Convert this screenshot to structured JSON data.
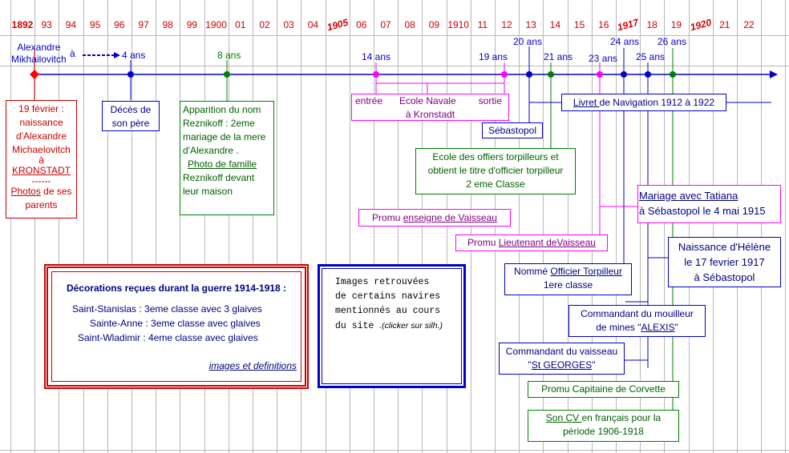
{
  "years": [
    "1892",
    "93",
    "94",
    "95",
    "96",
    "97",
    "98",
    "99",
    "1900",
    "01",
    "02",
    "03",
    "04",
    "1905",
    "06",
    "07",
    "08",
    "09",
    "1910",
    "11",
    "12",
    "13",
    "14",
    "15",
    "16",
    "1917",
    "18",
    "19",
    "1920",
    "21",
    "22"
  ],
  "birth_label": [
    "Alexandre",
    "Mikhailovitch"
  ],
  "arrow_a": "à",
  "ages": {
    "a4": "4 ans",
    "a8": "8 ans",
    "a14": "14 ans",
    "a19": "19 ans",
    "a20": "20 ans",
    "a21": "21 ans",
    "a23": "23 ans",
    "a24": "24 ans",
    "a25": "25 ans",
    "a26": "26 ans"
  },
  "birth_box": {
    "l1": "19 février :",
    "l2": "naissance",
    "l3": "d'Alexandre",
    "l4": "Michaelovitch",
    "l5": "à",
    "link1": "KRONSTADT",
    "sep": "------",
    "link2": "Photos",
    "l6": " de ses",
    "l7": "parents"
  },
  "father_box": {
    "l1": "Décès de",
    "l2": "son père"
  },
  "name_box": {
    "l1": "Apparition du nom",
    "l2": "Reznikoff : 2eme",
    "l3": "mariage de la mere",
    "l4": "d'Alexandre .",
    "link": "Photo de famille",
    "l5": "Reznikoff devant",
    "l6": "leur maison"
  },
  "school_box": {
    "entree": "entrée",
    "ecole": "Ecole Navale",
    "sortie": "sortie",
    "l2": "à Kronstadt"
  },
  "livret": {
    "link": "Livret ",
    "rest": "de Navigation 1912 à 1922"
  },
  "sebastopol": "Sébastopol",
  "officer_box": {
    "l1": "Ecole des offiers torpilleurs et",
    "l2": "obtient le titre d'officier torpilleur",
    "l3": "2 eme Classe"
  },
  "enseigne": {
    "pre": "Promu ",
    "link": "enseigne de Vaisseau"
  },
  "lieutenant": {
    "pre": "Promu ",
    "link": "Lieutenant deVaisseau"
  },
  "mariage": {
    "link": "Mariage avec Tatiana",
    "l2": "à Sébastopol le 4 mai 1915"
  },
  "helene": {
    "l1": "Naissance d'Hélène",
    "l2": "le 17 fevrier 1917",
    "l3": "à Sébastopol"
  },
  "torpilleur": {
    "pre": "Nommé ",
    "link": "Officier Torpilleur",
    "l2": "1ere classe"
  },
  "alexis": {
    "l1": "Commandant du mouilleur",
    "l2pre": "de mines \"",
    "link": "ALEXIS",
    "l2post": "\""
  },
  "georges": {
    "l1": "Commandant du vaisseau",
    "pre": "\"",
    "link": "St GEORGES",
    "post": "\""
  },
  "corvette": "Promu Capitaine de Corvette",
  "cv": {
    "link": "Son CV ",
    "rest": "en français pour la",
    "l2": "période 1906-1918"
  },
  "decorations": {
    "title": "Décorations reçues durant la guerre 1914-1918 :",
    "l1": "Saint-Stanislas : 3eme classe avec 3 glaives",
    "l2": "Sainte-Anne : 3eme classe avec  glaives",
    "l3": "Saint-Wladimir : 4eme classe avec  glaives",
    "link": "images et definitions"
  },
  "ships": {
    "l1": "Images retrouvées",
    "l2": "de certains navires",
    "l3": "mentionnés au cours",
    "l4": "du site ",
    "note": ".(clicker sur silh.)"
  },
  "colors": {
    "red": "#cc0000",
    "blue": "#0000cc",
    "green": "#008000",
    "magenta": "#ff00ff",
    "grid": "#b8b8b8"
  }
}
